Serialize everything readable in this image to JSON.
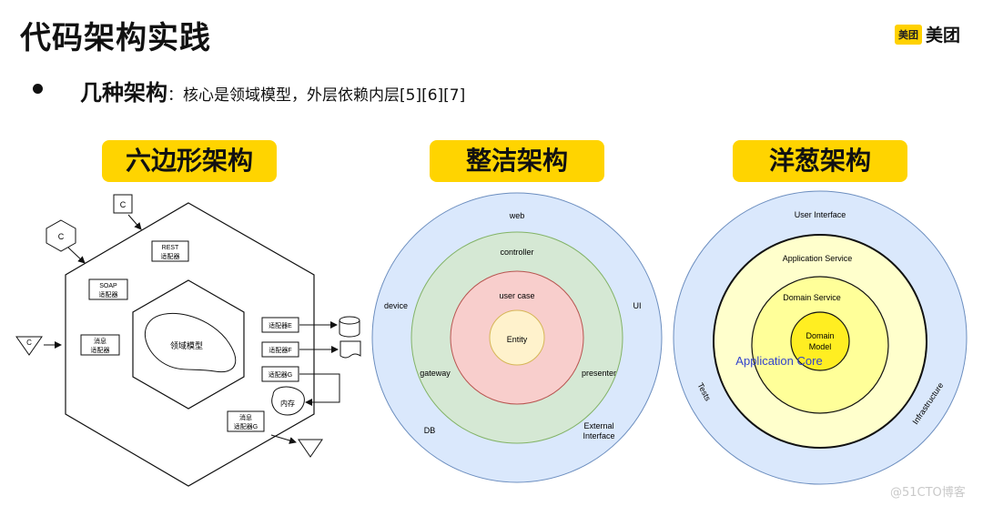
{
  "header": {
    "title": "代码架构实践",
    "logo_badge": "美团",
    "logo_text": "美团"
  },
  "subtitle": {
    "main": "几种架构",
    "rest": "：核心是领域模型，外层依赖内层[5][6][7]"
  },
  "tags": {
    "hexagonal": "六边形架构",
    "clean": "整洁架构",
    "onion": "洋葱架构"
  },
  "hexagonal": {
    "c_box_top": "C",
    "c_hexagon": "C",
    "c_triangle_left": "C",
    "rest_adapter": [
      "REST",
      "适配器"
    ],
    "soap_adapter": [
      "SOAP",
      "适配器"
    ],
    "message_adapter": [
      "消息",
      "适配器"
    ],
    "domain_model": "领域模型",
    "adapter_e": "适配器E",
    "adapter_f": "适配器F",
    "adapter_g": "适配器G",
    "memory": "内存",
    "message_adapter_g": [
      "消息",
      "适配器G"
    ]
  },
  "clean": {
    "colors": {
      "outer": "#dae8fc",
      "second": "#d5e8d4",
      "third": "#f8cecc",
      "core": "#fff2cc"
    },
    "web": "web",
    "device": "device",
    "ui": "UI",
    "db": "DB",
    "external_interface": [
      "External",
      "Interface"
    ],
    "controller": "controller",
    "gateway": "gateway",
    "presenter": "presenter",
    "use_case": "user case",
    "entity": "Entity"
  },
  "onion": {
    "colors": {
      "outer": "#dae8fc",
      "app": "#ffffcc",
      "domain_service": "#ffff99",
      "core": "#ffee22",
      "app_core_text": "#3344cc"
    },
    "user_interface": "User Interface",
    "tests": "Tests",
    "infrastructure": "Infrastructure",
    "application_service": "Application Service",
    "domain_service": "Domain Service",
    "domain_model": [
      "Domain",
      "Model"
    ],
    "application_core": "Application Core"
  },
  "watermark": "@51CTO博客"
}
